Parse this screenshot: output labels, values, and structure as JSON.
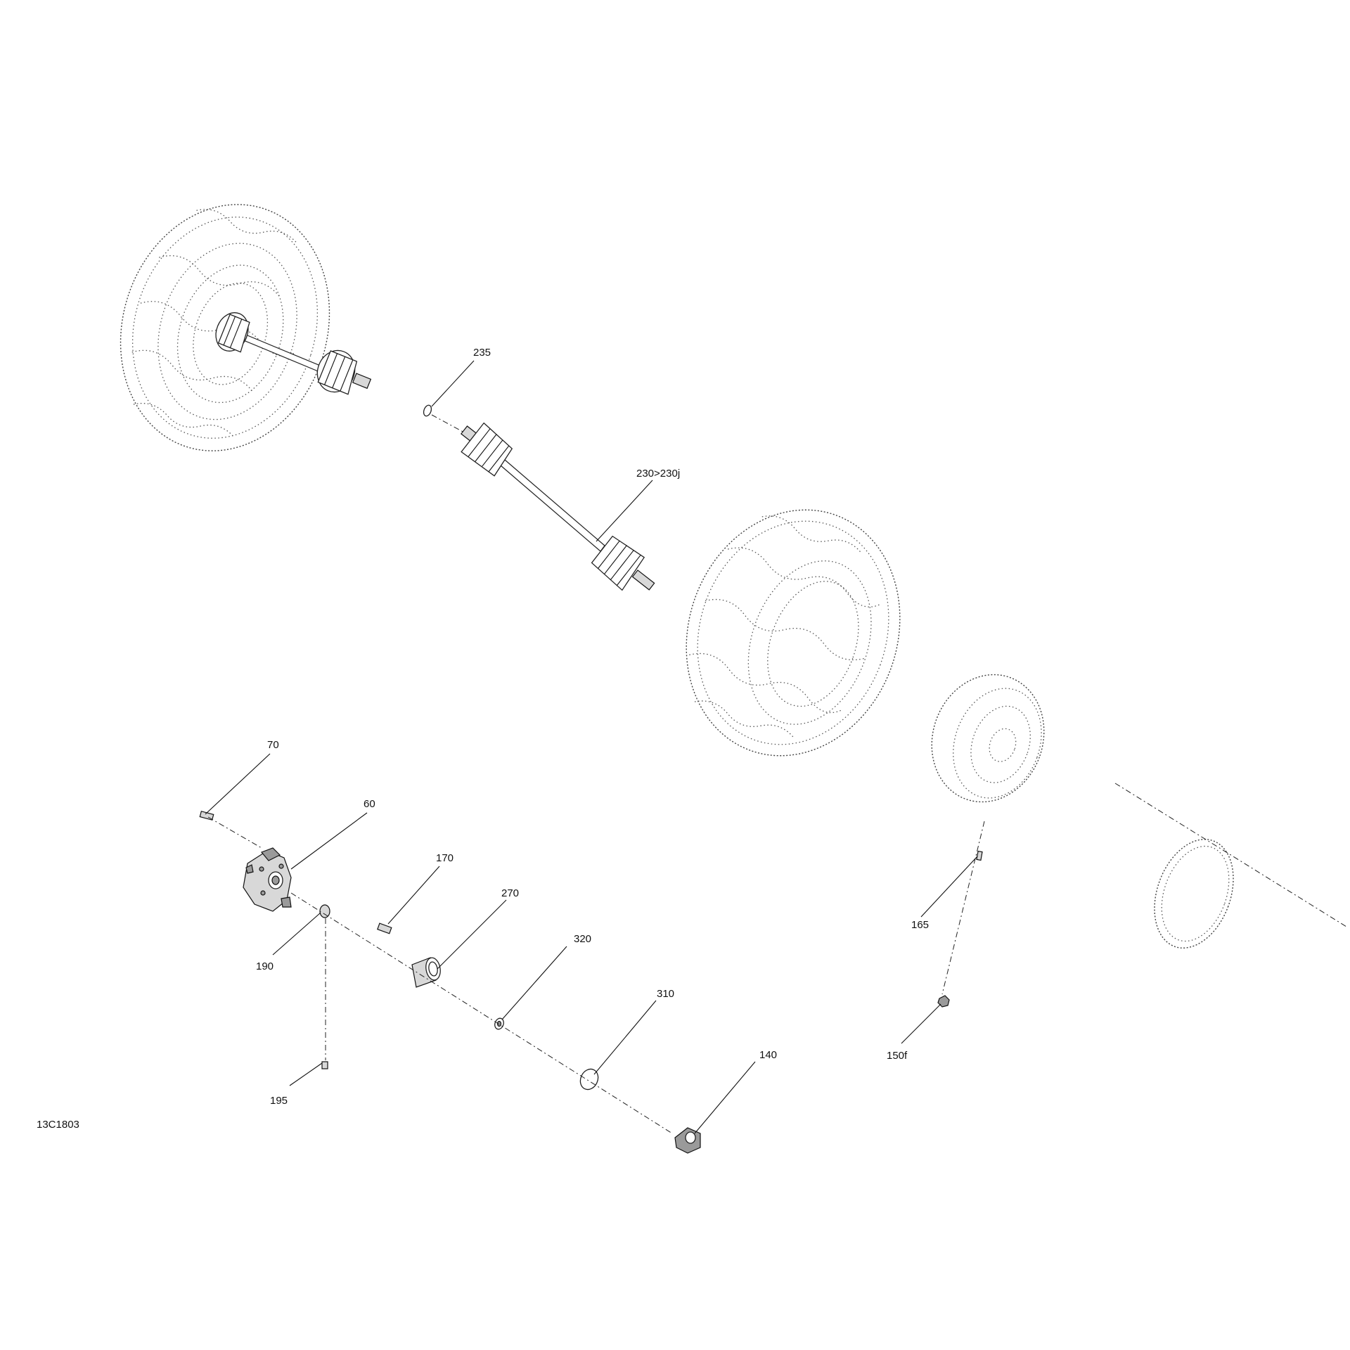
{
  "diagram_code": "13C1803",
  "callouts": {
    "c235": "235",
    "c230": "230>230j",
    "c70": "70",
    "c60": "60",
    "c170": "170",
    "c270": "270",
    "c320": "320",
    "c310": "310",
    "c190": "190",
    "c195": "195",
    "c140": "140",
    "c165": "165",
    "c150f": "150f"
  }
}
